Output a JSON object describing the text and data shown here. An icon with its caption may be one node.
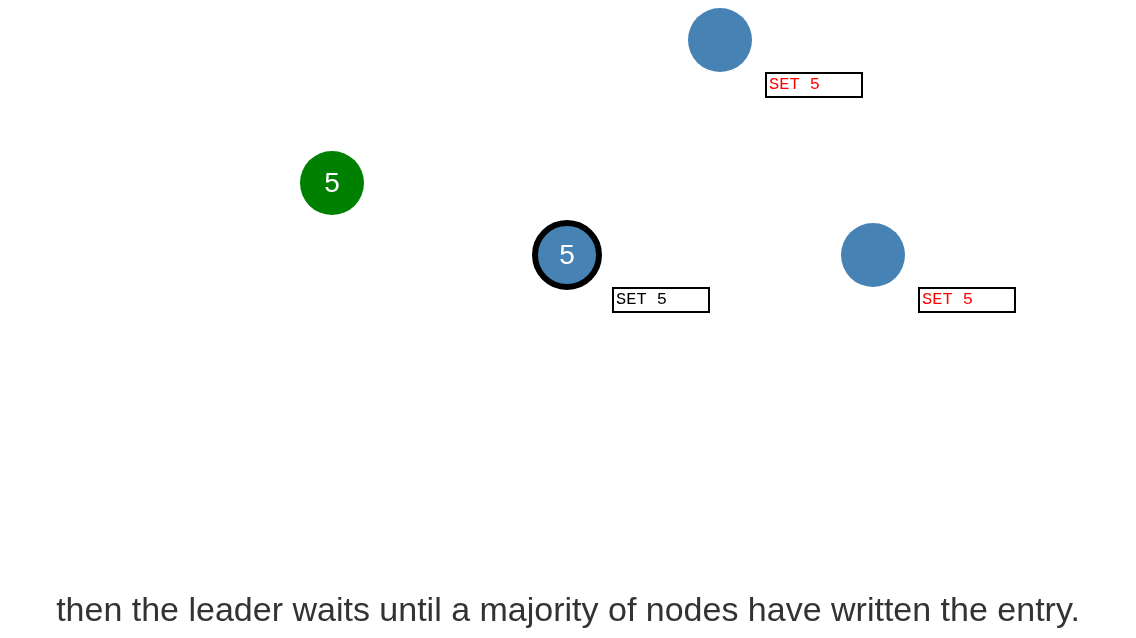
{
  "diagram": {
    "caption": "then the leader waits until a majority of nodes have written the entry.",
    "nodes": [
      {
        "text": [],
        "shape": "circle",
        "beside": [
          "SET 5"
        ]
      },
      {
        "text": [
          "5"
        ]
      },
      {
        "text": [
          "5"
        ],
        "beside": [
          "SET 5"
        ]
      },
      {
        "text": [],
        "shape": "circle",
        "beside": [
          "SET 5"
        ]
      }
    ]
  }
}
